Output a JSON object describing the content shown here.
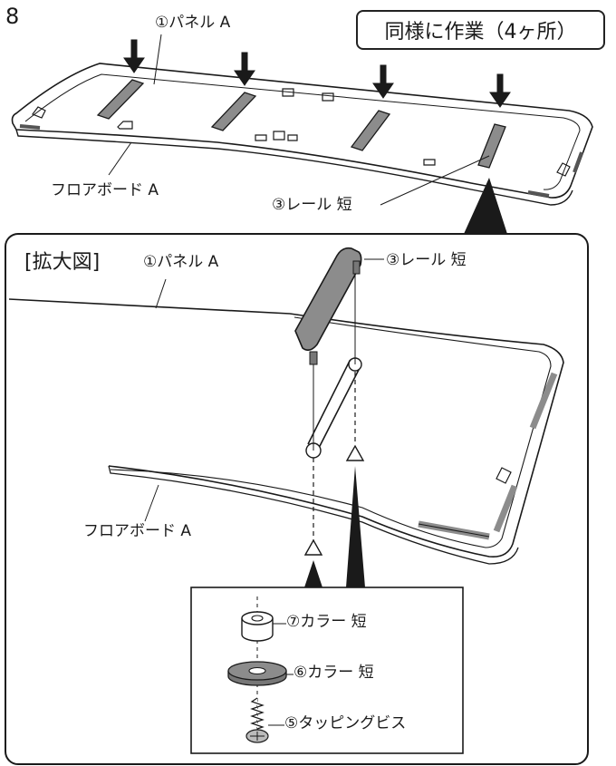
{
  "step_number": "8",
  "note": "同様に作業（4ヶ所）",
  "detail_title": "[拡大図]",
  "labels": {
    "panel_a_top": "①パネル A",
    "floorboard_a_top": "フロアボード A",
    "rail_short_top": "③レール 短",
    "panel_a_detail": "①パネル A",
    "rail_short_detail": "③レール 短",
    "floorboard_a_detail": "フロアボード A",
    "collar_short_7": "⑦カラー 短",
    "collar_short_6": "⑥カラー 短",
    "tapping_screw_5": "⑤タッピングビス"
  },
  "colors": {
    "line": "#1a1a1a",
    "rail_fill": "#8c8c8c",
    "collar_ring_fill": "#8c8c8c",
    "background": "#ffffff"
  }
}
